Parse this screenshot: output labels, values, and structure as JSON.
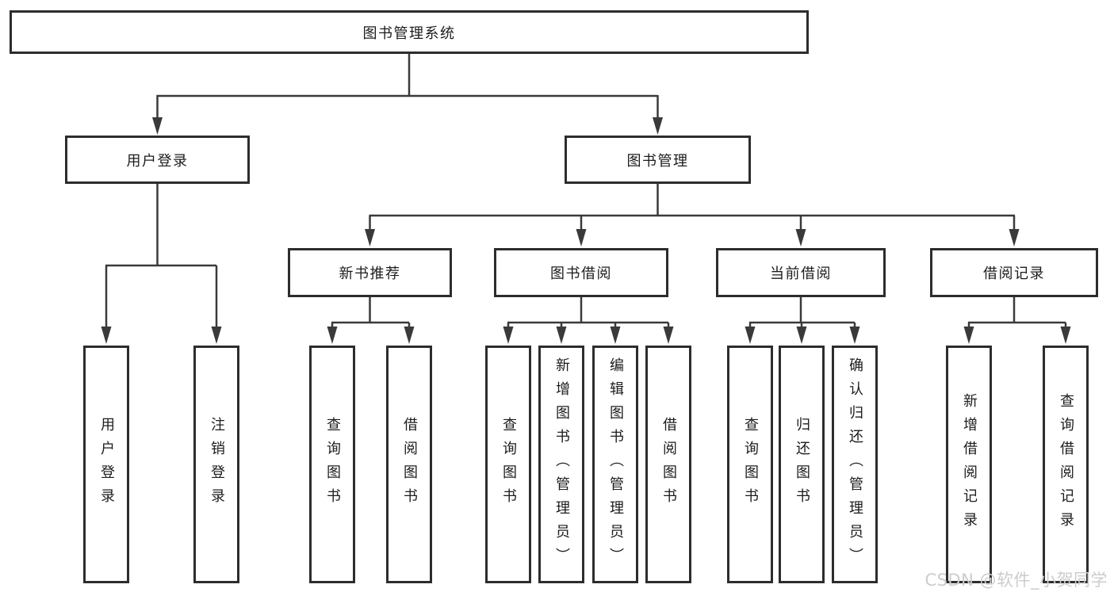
{
  "colors": {
    "background": "#ffffff",
    "box_border": "#2d2d2d",
    "connector_line": "#3a3a3a",
    "text": "#1c1c1c",
    "watermark": "#cccccc"
  },
  "root": {
    "label": "图书管理系统"
  },
  "branches": [
    {
      "label": "用户登录",
      "leaves": [
        {
          "label": "用户登录"
        },
        {
          "label": "注销登录"
        }
      ]
    },
    {
      "label": "图书管理",
      "groups": [
        {
          "label": "新书推荐",
          "leaves": [
            {
              "label": "查询图书"
            },
            {
              "label": "借阅图书"
            }
          ]
        },
        {
          "label": "图书借阅",
          "leaves": [
            {
              "label": "查询图书"
            },
            {
              "label": "新增图书（管理员）"
            },
            {
              "label": "编辑图书（管理员）"
            },
            {
              "label": "借阅图书"
            }
          ]
        },
        {
          "label": "当前借阅",
          "leaves": [
            {
              "label": "查询图书"
            },
            {
              "label": "归还图书"
            },
            {
              "label": "确认归还（管理员）"
            }
          ]
        },
        {
          "label": "借阅记录",
          "leaves": [
            {
              "label": "新增借阅记录"
            },
            {
              "label": "查询借阅记录"
            }
          ]
        }
      ]
    }
  ],
  "watermark": {
    "text": "CSDN @软件_小贺同学"
  }
}
